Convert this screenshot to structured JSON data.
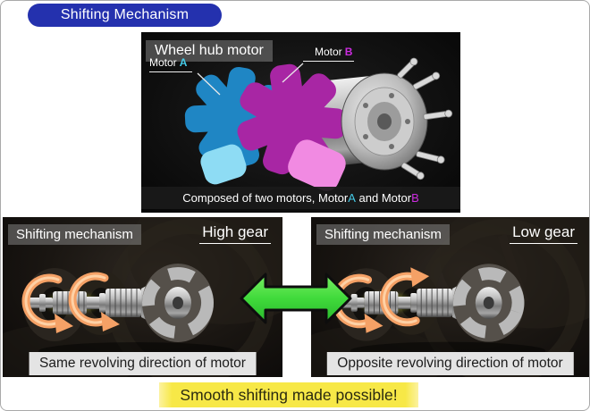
{
  "header": {
    "title": "Shifting Mechanism"
  },
  "top_panel": {
    "label": "Wheel hub motor",
    "motor_a_label": {
      "prefix": "Motor",
      "letter": "A"
    },
    "motor_b_label": {
      "prefix": "Motor",
      "letter": "B"
    },
    "caption": {
      "text": "Composed of two motors, Motor",
      "letter_a": "A",
      "joiner": " and Motor",
      "letter_b": "B"
    }
  },
  "high_gear_panel": {
    "label": "Shifting mechanism",
    "gear": "High gear",
    "caption": "Same revolving direction of motor"
  },
  "low_gear_panel": {
    "label": "Shifting mechanism",
    "gear": "Low gear",
    "caption": "Opposite revolving direction of motor"
  },
  "footer": {
    "banner": "Smooth shifting made possible!"
  },
  "icons": {
    "swap_arrow": "double-headed-horizontal-arrow",
    "rotation_same": "two curved arrows rotating in the same direction",
    "rotation_opposite": "two curved arrows rotating in opposite directions"
  },
  "colors": {
    "title_blue": "#2431ae",
    "motor_a_cyan": "#45cbe8",
    "motor_b_magenta": "#cc2ce0",
    "swap_green": "#3fdc3e",
    "rotation_orange": "#f5a166",
    "banner_yellow": "#f7e847",
    "caption_band_gray": "#e4e4e4"
  }
}
